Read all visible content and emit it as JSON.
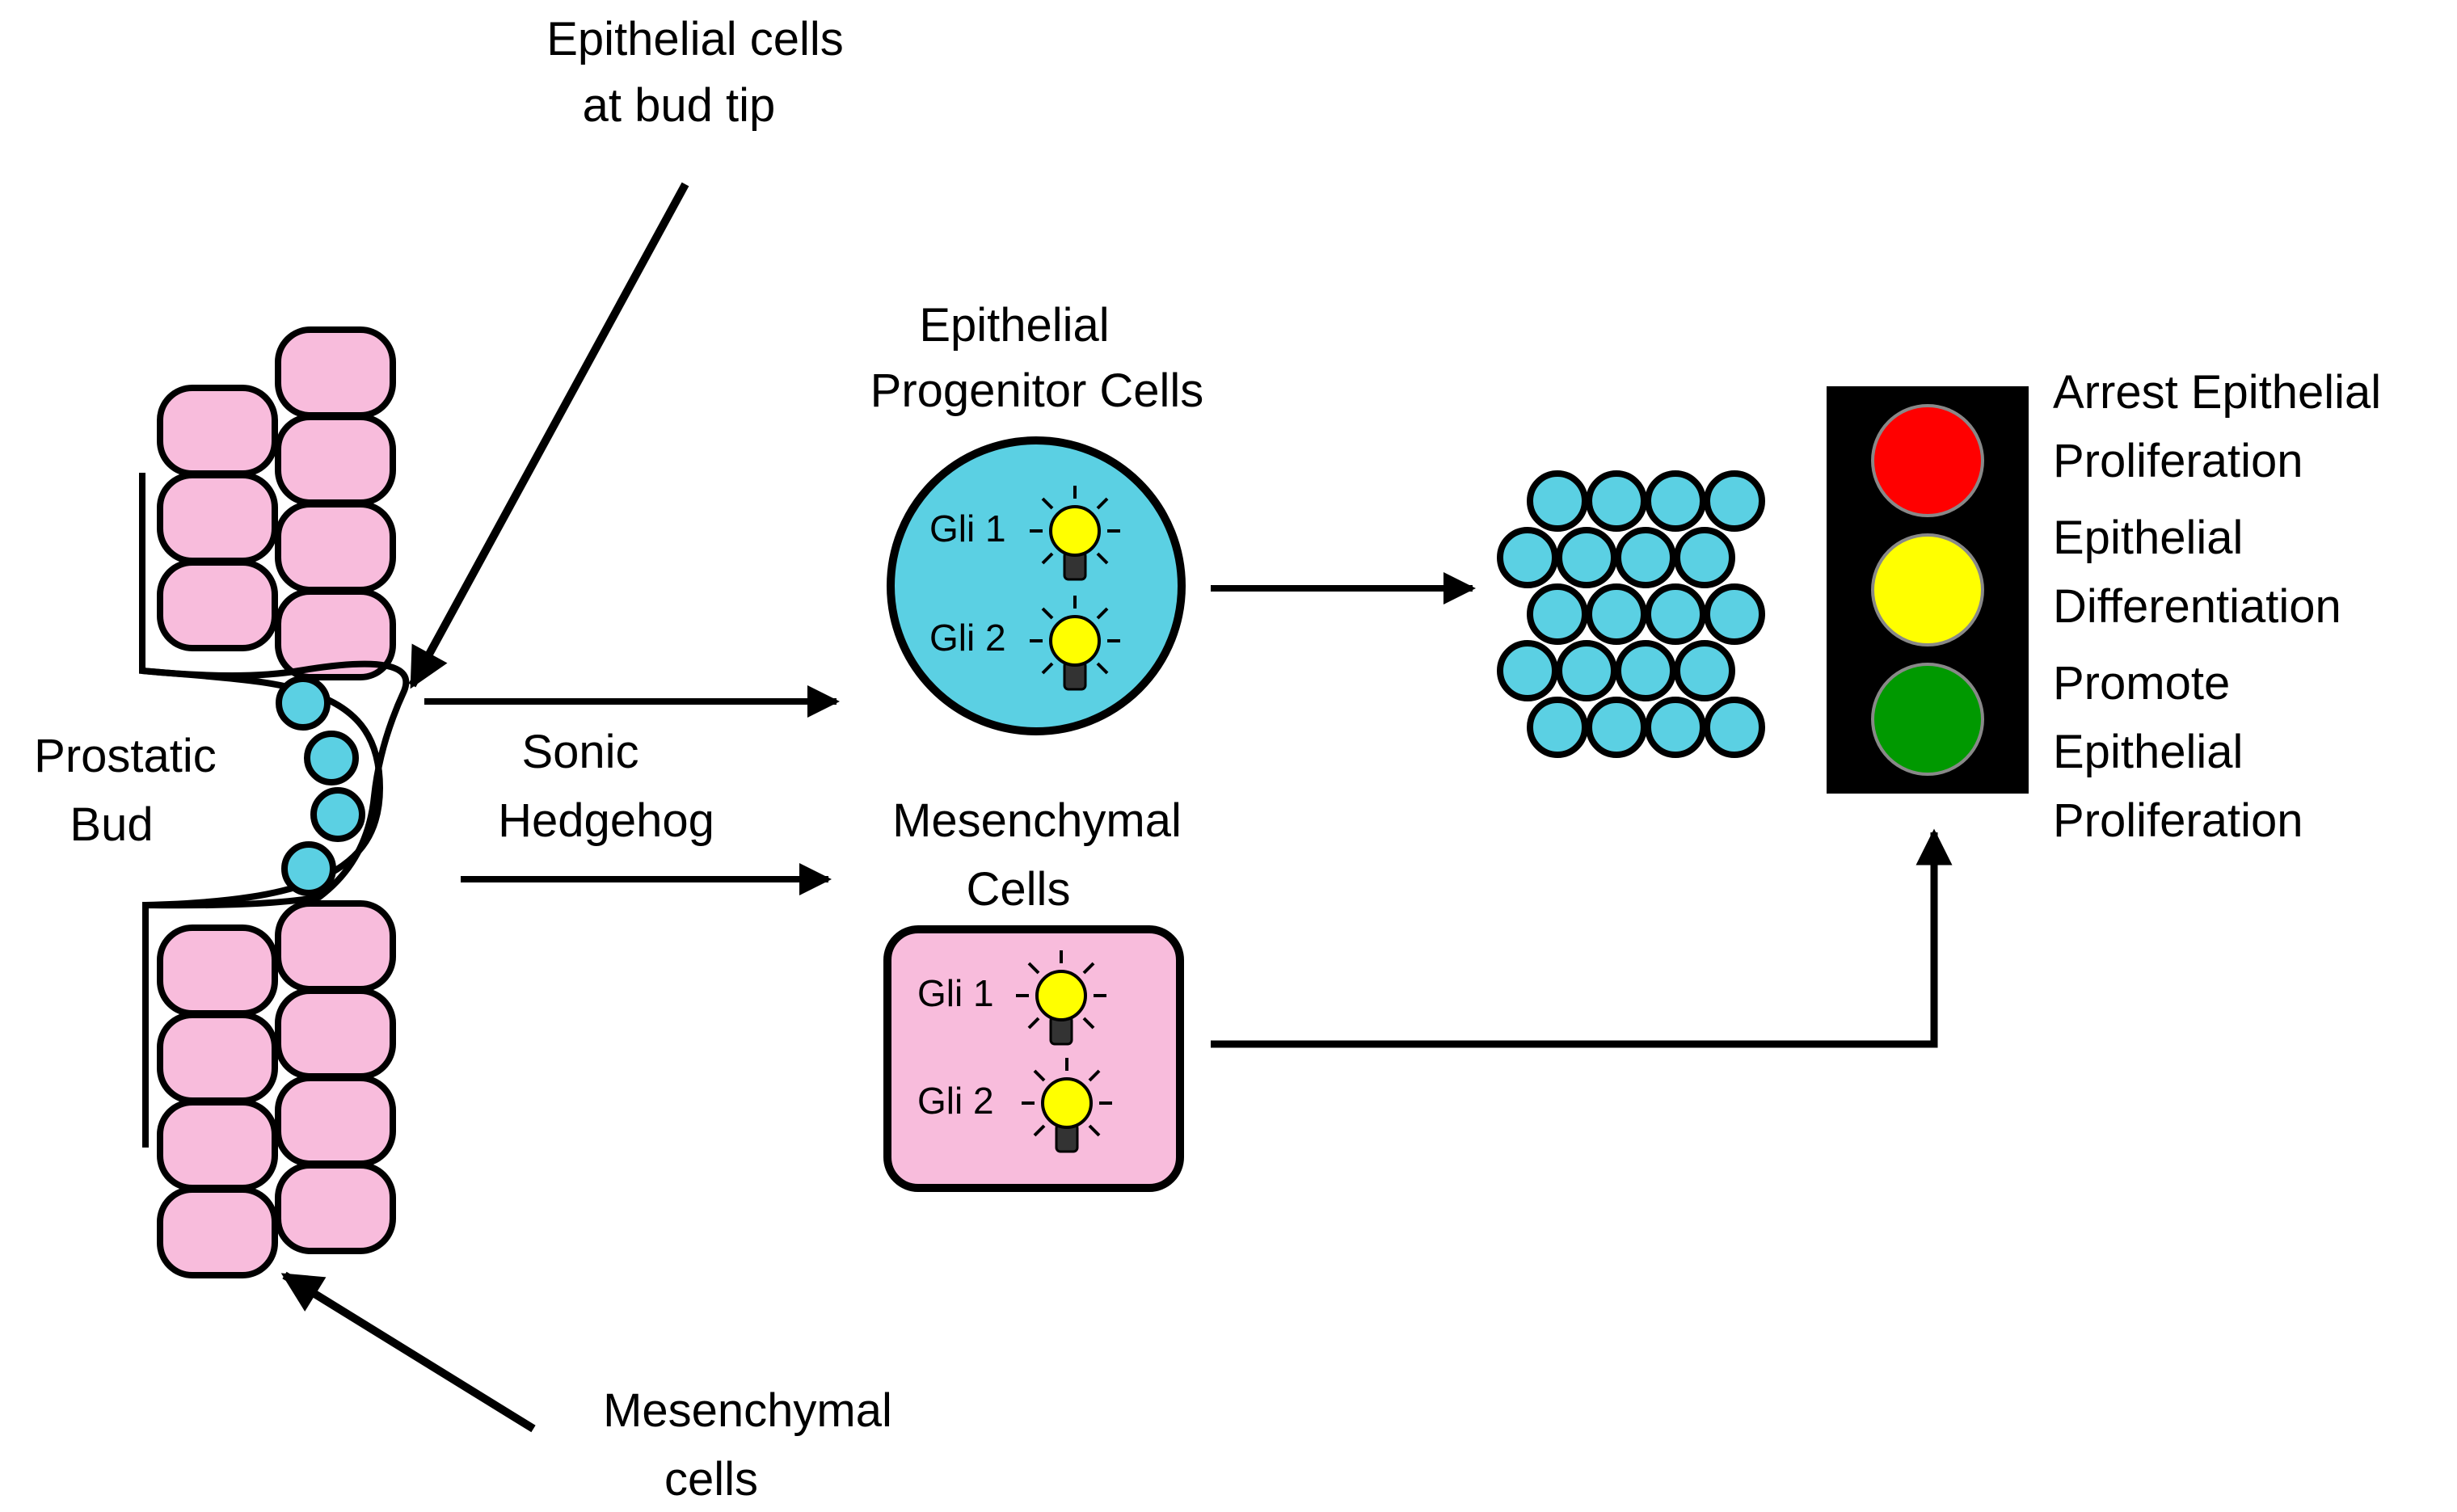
{
  "labels": {
    "epithelial_tip_line1": "Epithelial cells",
    "epithelial_tip_line2": "at bud tip",
    "prostatic_bud_line1": "Prostatic",
    "prostatic_bud_line2": "Bud",
    "mesenchymal_bottom_line1": "Mesenchymal",
    "mesenchymal_bottom_line2": "cells",
    "sonic_line1": "Sonic",
    "sonic_line2": "Hedgehog",
    "progenitor_line1": "Epithelial",
    "progenitor_line2": "Progenitor Cells",
    "mesenchymal_mid_line1": "Mesenchymal",
    "mesenchymal_mid_line2": "Cells",
    "gli1": "Gli 1",
    "gli2": "Gli 2",
    "red_line1": "Arrest Epithelial",
    "red_line2": "Proliferation",
    "yellow_line1": "Epithelial",
    "yellow_line2": "Differentiation",
    "green_line1": "Promote",
    "green_line2": "Epithelial",
    "green_line3": "Proliferation"
  },
  "colors": {
    "pink_cell": "#f8bcdc",
    "cyan_cell": "#5bd0e3",
    "bulb_yellow": "#ffff00",
    "light_red": "#ff0000",
    "light_yellow": "#ffff00",
    "light_green": "#009900",
    "signal_housing": "#000000"
  }
}
